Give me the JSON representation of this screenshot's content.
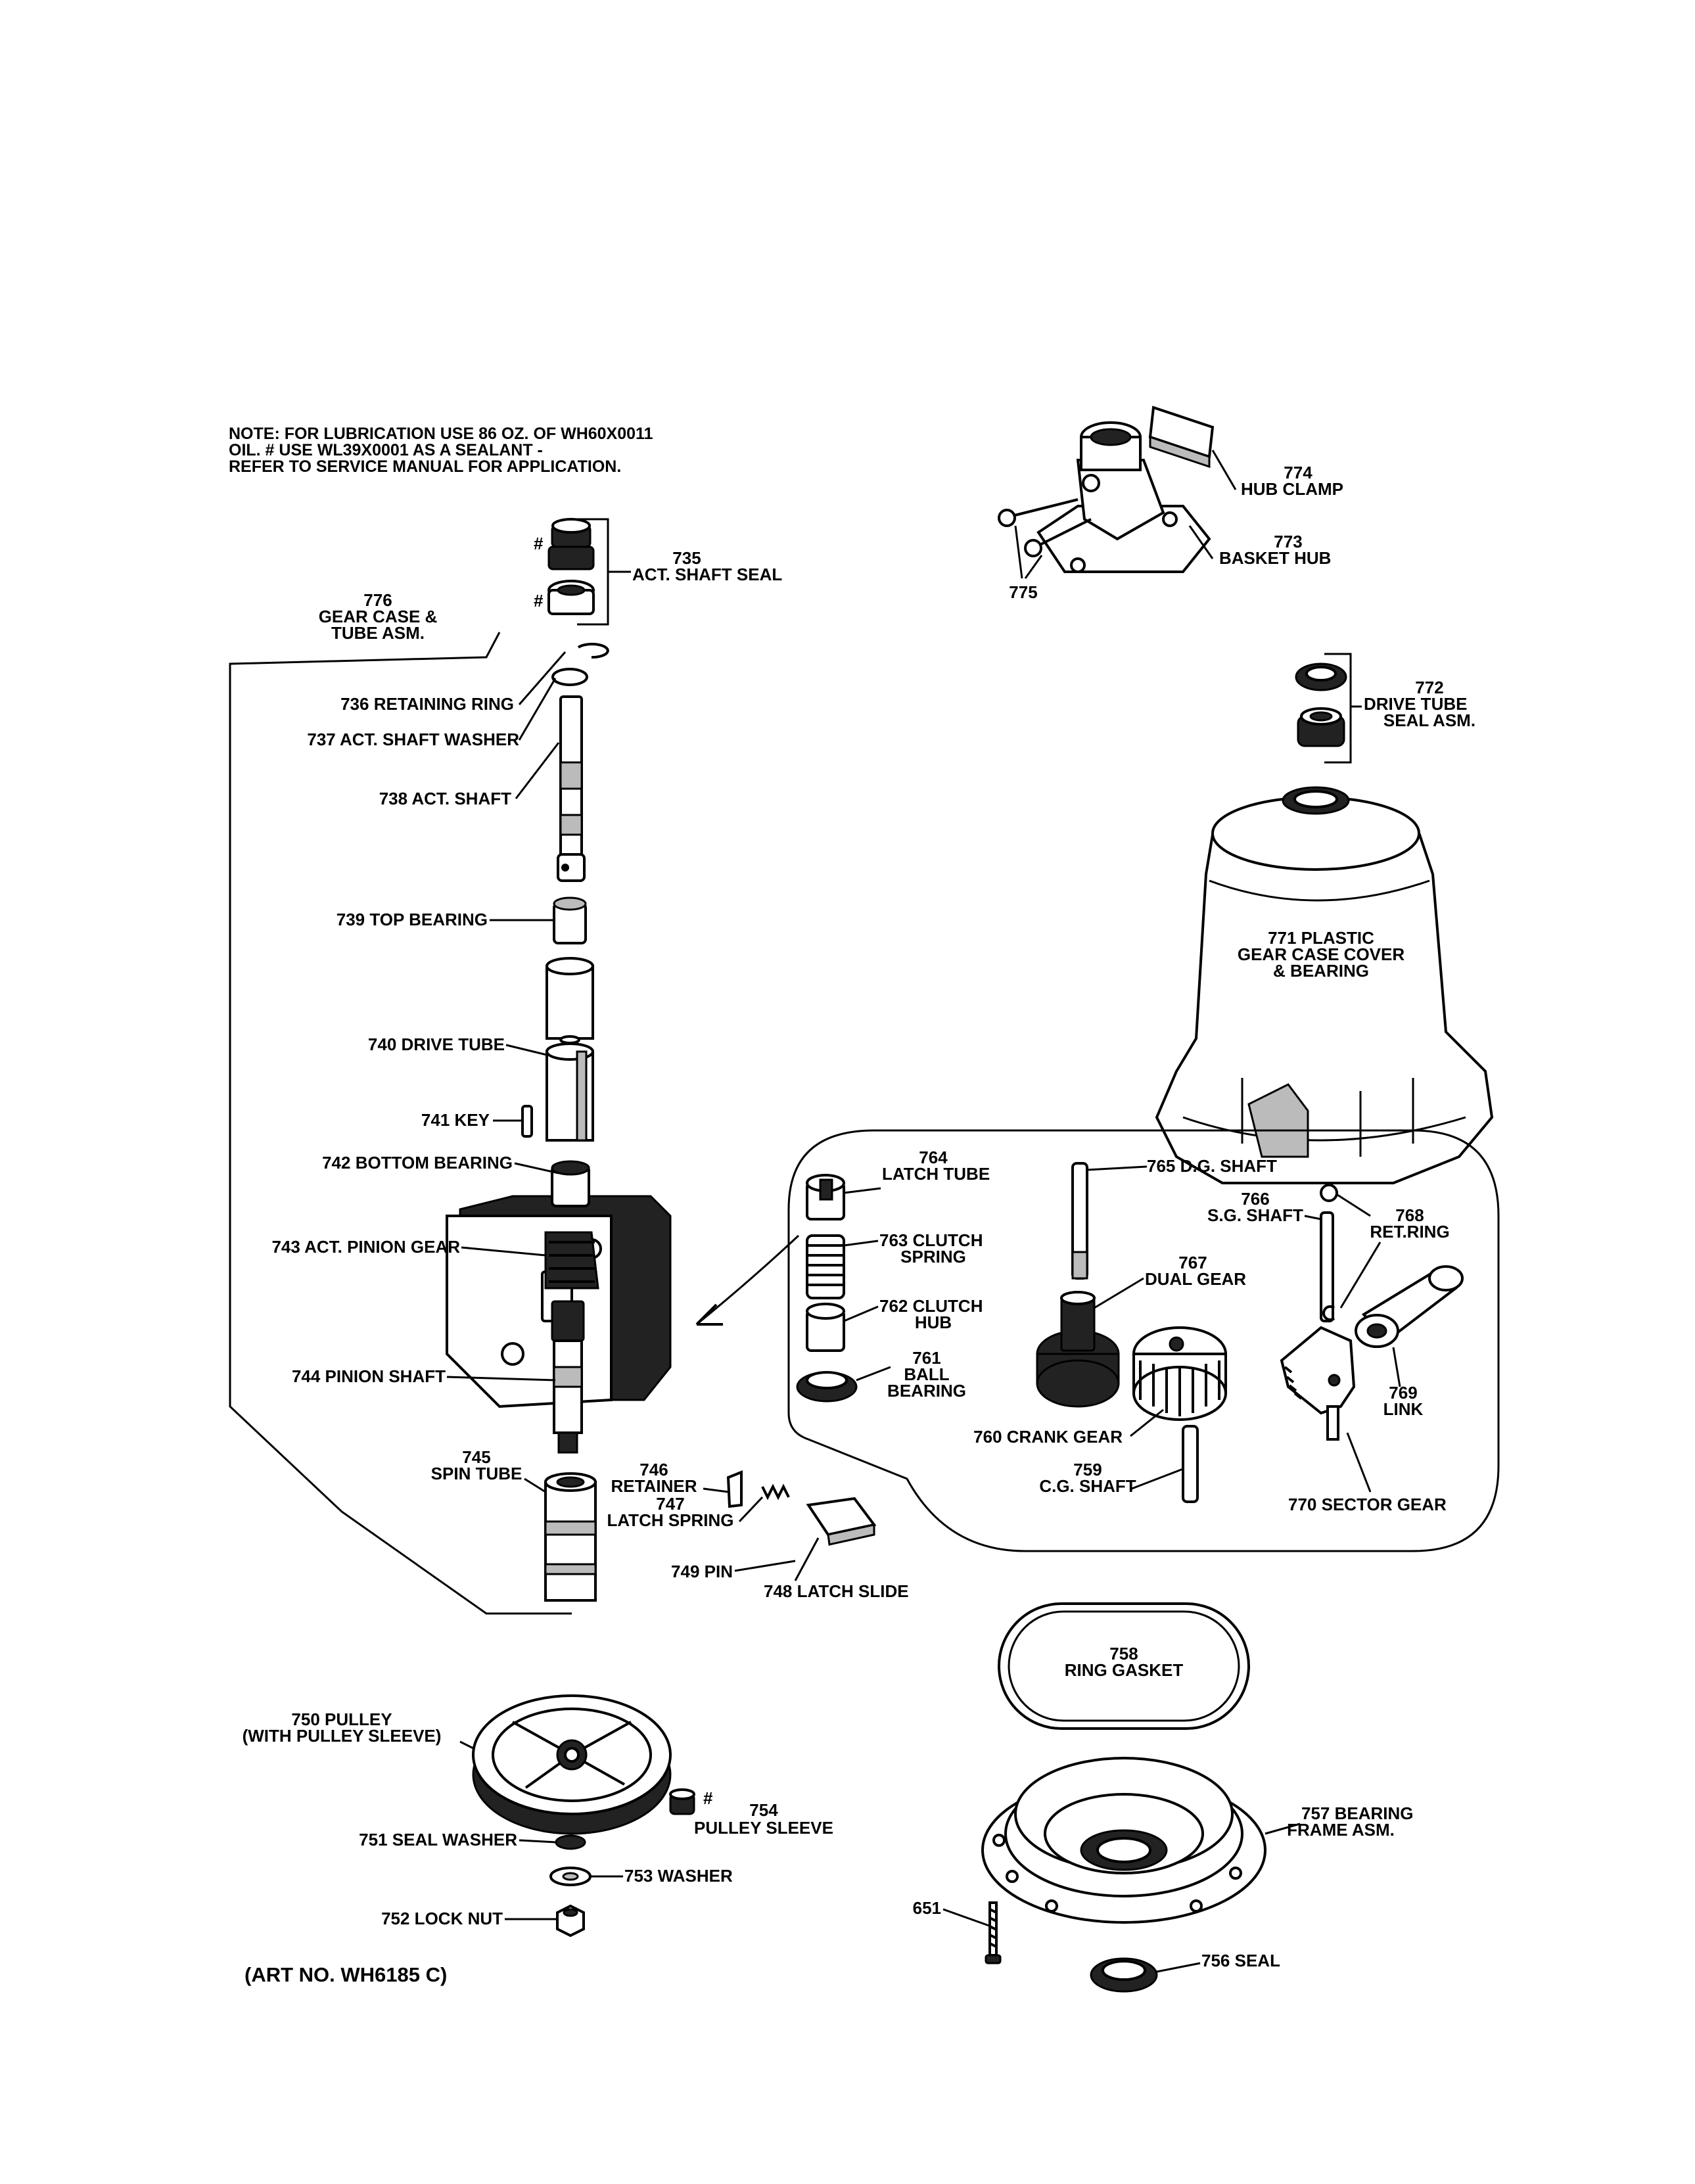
{
  "note_lines": [
    "NOTE: FOR LUBRICATION USE 86 OZ. OF WH60X0011",
    "OIL. # USE WL39X0001 AS A SEALANT -",
    "REFER TO SERVICE MANUAL FOR APPLICATION."
  ],
  "art_number": "(ART NO. WH6185 C)",
  "symbols": {
    "hash": "#"
  },
  "labels": {
    "p735": [
      "735",
      "ACT. SHAFT SEAL"
    ],
    "p776": [
      "776",
      "GEAR CASE &",
      "TUBE ASM."
    ],
    "p736": "736 RETAINING RING",
    "p737": "737  ACT. SHAFT WASHER",
    "p738": "738 ACT. SHAFT",
    "p739": "739 TOP BEARING",
    "p740": "740 DRIVE TUBE",
    "p741": "741 KEY",
    "p742": "742 BOTTOM BEARING",
    "p743": "743 ACT. PINION GEAR",
    "p744": "744 PINION SHAFT",
    "p745": [
      "745",
      "SPIN TUBE"
    ],
    "p746": [
      "746",
      "RETAINER"
    ],
    "p747": [
      "747",
      "LATCH SPRING"
    ],
    "p749": "749 PIN",
    "p748": "748 LATCH SLIDE",
    "p774": [
      "774",
      "HUB CLAMP"
    ],
    "p773": [
      "773",
      "BASKET HUB"
    ],
    "p775": "775",
    "p772": [
      "772",
      "DRIVE TUBE",
      "SEAL ASM."
    ],
    "p771": [
      "771 PLASTIC",
      "GEAR CASE COVER",
      "& BEARING"
    ],
    "p764": [
      "764",
      "LATCH TUBE"
    ],
    "p763": [
      "763 CLUTCH",
      "SPRING"
    ],
    "p762": [
      "762 CLUTCH",
      "HUB"
    ],
    "p761": [
      "761",
      "BALL",
      "BEARING"
    ],
    "p765": "765 D.G. SHAFT",
    "p766": [
      "766",
      "S.G. SHAFT"
    ],
    "p768": [
      "768",
      "RET.RING"
    ],
    "p767": [
      "767",
      "DUAL GEAR"
    ],
    "p769": [
      "769",
      "LINK"
    ],
    "p760": "760 CRANK GEAR",
    "p759": [
      "759",
      "C.G. SHAFT"
    ],
    "p770": "770 SECTOR GEAR",
    "p758": [
      "758",
      "RING GASKET"
    ],
    "p750": [
      "750 PULLEY",
      "(WITH PULLEY SLEEVE)"
    ],
    "p754": [
      "754",
      "PULLEY SLEEVE"
    ],
    "p751": "751 SEAL WASHER",
    "p753": "753 WASHER",
    "p752": "752 LOCK NUT",
    "p757": [
      "757 BEARING",
      "FRAME ASM."
    ],
    "p651": "651",
    "p756": "756 SEAL"
  }
}
